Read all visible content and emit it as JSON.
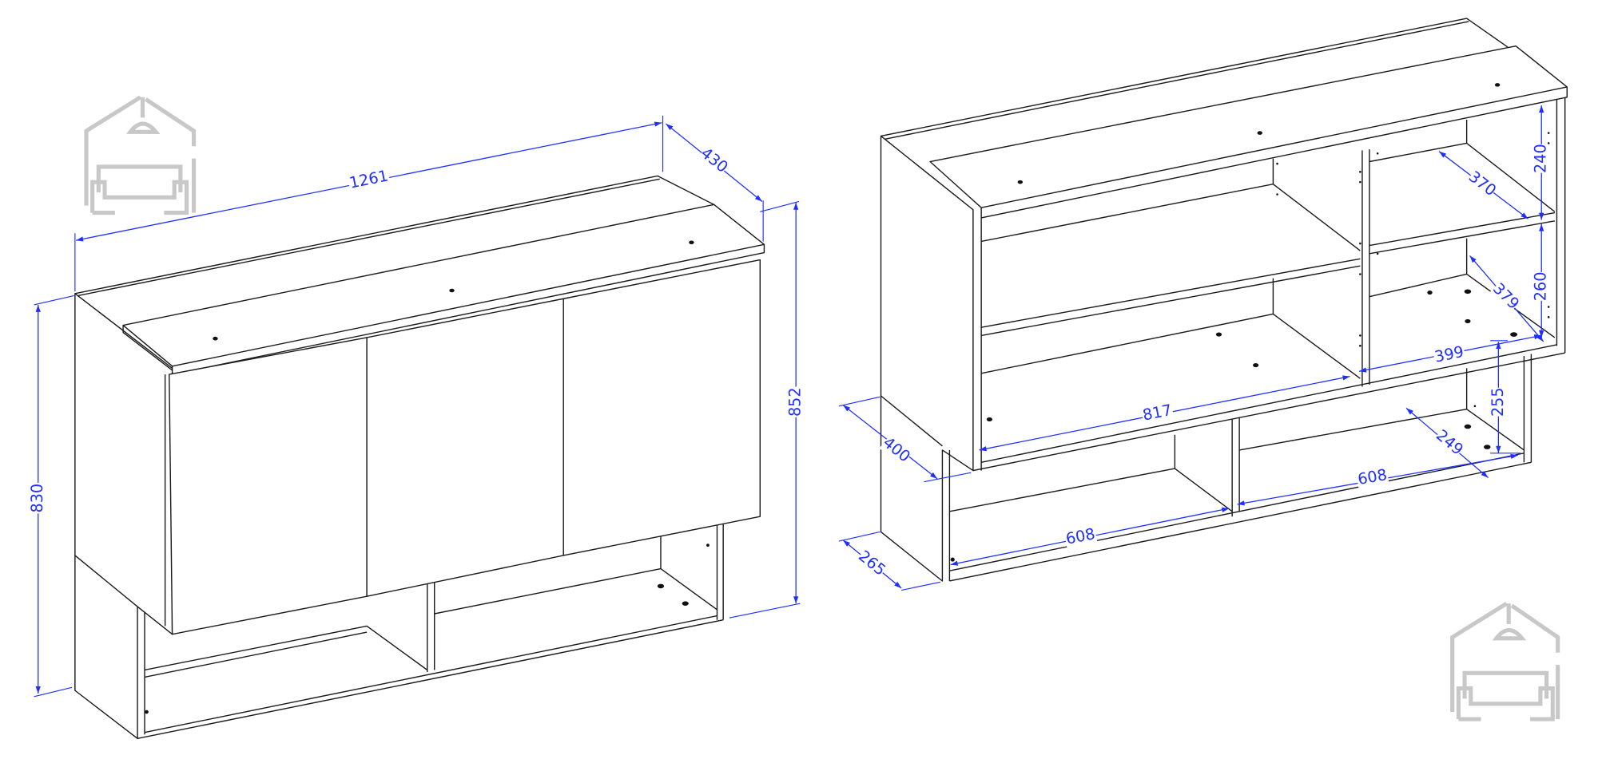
{
  "drawing": {
    "title": "Wall cabinet dimension drawing",
    "colors": {
      "dimension": "#1f2fff",
      "line": "#1a1a1a",
      "logo": "#c8c8c8"
    },
    "closed_view": {
      "width": "1261",
      "depth": "430",
      "height_total": "852",
      "height_body": "830"
    },
    "open_view": {
      "upper_depth": "400",
      "lower_depth": "265",
      "upper_left_width": "817",
      "upper_right_width": "399",
      "top_right_shelf_height": "240",
      "bottom_right_shelf_height": "260",
      "top_shelf_depth": "370",
      "bottom_shelf_depth": "379",
      "lower_open_height": "255",
      "lower_open_depth": "249",
      "lower_left_width": "608",
      "lower_right_width": "608"
    },
    "logo_icon": "house-with-lamp-and-sofa-icon"
  }
}
